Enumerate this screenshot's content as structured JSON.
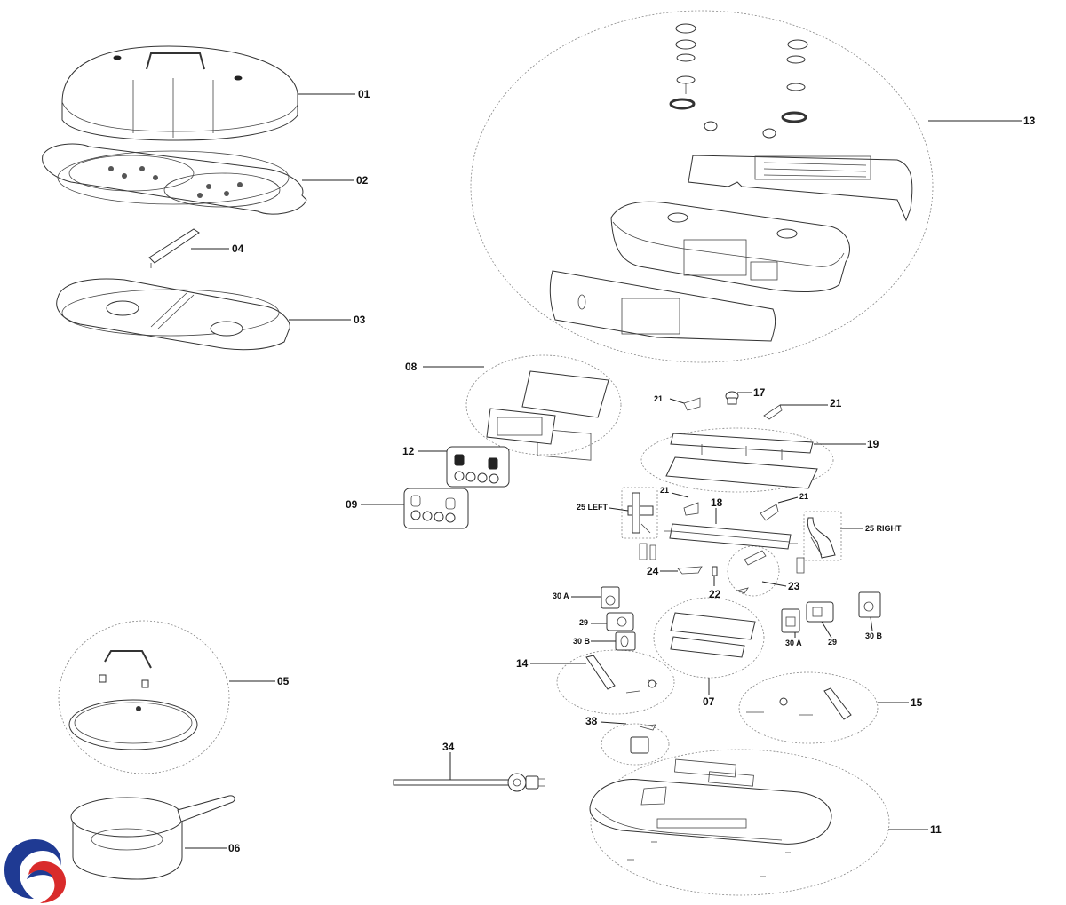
{
  "labels": {
    "p01": "01",
    "p02": "02",
    "p03": "03",
    "p04": "04",
    "p05": "05",
    "p06": "06",
    "p07": "07",
    "p08": "08",
    "p09": "09",
    "p11": "11",
    "p12": "12",
    "p13": "13",
    "p14": "14",
    "p15": "15",
    "p17": "17",
    "p18": "18",
    "p19": "19",
    "p21a": "21",
    "p21b": "21",
    "p21c": "21",
    "p21d": "21",
    "p22": "22",
    "p23": "23",
    "p24": "24",
    "p25l": "25 LEFT",
    "p25r": "25 RIGHT",
    "p29a": "29",
    "p29b": "29",
    "p30a1": "30 A",
    "p30a2": "30 A",
    "p30b1": "30 B",
    "p30b2": "30 B",
    "p34": "34",
    "p38": "38"
  },
  "logo": {
    "icon": "swirl-logo-icon",
    "colors": [
      "#1f3a93",
      "#d92b2b"
    ]
  }
}
